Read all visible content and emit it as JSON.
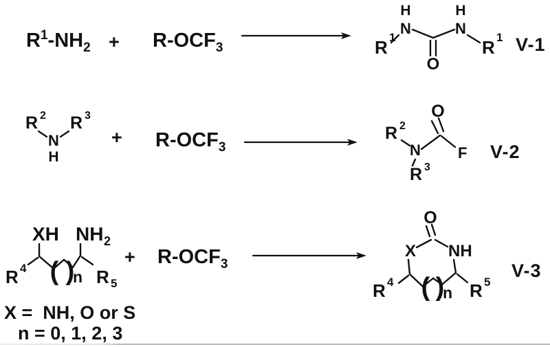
{
  "colors": {
    "ink": "#111111",
    "rule": "#b5b5b5",
    "background": "#ffffff"
  },
  "plus": "+",
  "reagent": {
    "base": "R-OCF",
    "sub": "3"
  },
  "rxn1": {
    "amine": {
      "base": "R",
      "sup": "1",
      "rest": "-NH",
      "sub": "2"
    },
    "product": {
      "h": "H",
      "n": "N",
      "o": "O",
      "r_base": "R",
      "r_sup": "1"
    },
    "label": "V-1"
  },
  "rxn2": {
    "amine": {
      "r_base": "R",
      "r2_sup": "2",
      "r3_sup": "3",
      "n": "N",
      "h": "H"
    },
    "product": {
      "o": "O",
      "n": "N",
      "f": "F",
      "r_base": "R",
      "r2_sup": "2",
      "r3_sup": "3"
    },
    "label": "V-2"
  },
  "rxn3": {
    "substrate": {
      "xh": "XH",
      "nh": "NH",
      "nh_sub": "2",
      "r_base": "R",
      "r4_sup": "4",
      "r5_sub": "5",
      "paren_open": "(",
      "paren_close": ")",
      "n": "n"
    },
    "product": {
      "o": "O",
      "x": "X",
      "nh": "NH",
      "r_base": "R",
      "r4_sup": "4",
      "r5_sup": "5",
      "paren_open": "(",
      "paren_close": ")",
      "n": "n"
    },
    "label": "V-3"
  },
  "notes": {
    "x_line": "X =  NH, O or S",
    "n_line": "n = 0, 1, 2, 3"
  }
}
